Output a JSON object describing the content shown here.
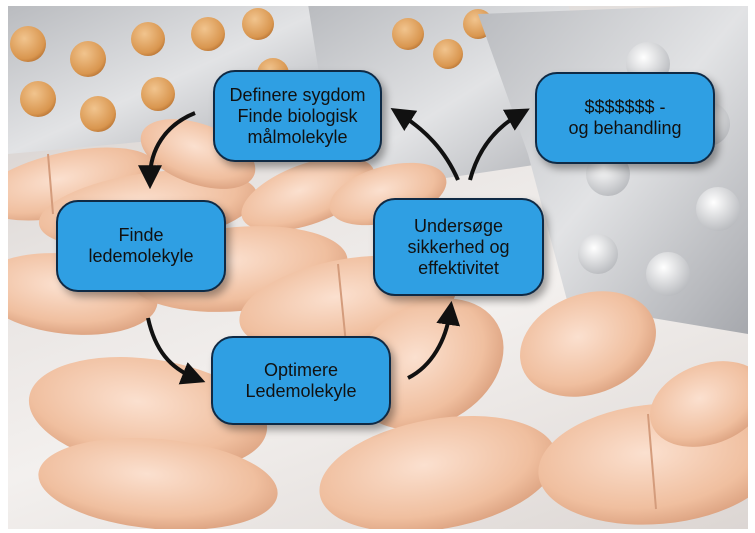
{
  "nodes": {
    "define": {
      "lines": [
        "Definere sygdom",
        "Finde biologisk",
        "målmolekyle"
      ]
    },
    "money": {
      "lines": [
        "$$$$$$$ -",
        "og behandling"
      ]
    },
    "find_lead": {
      "lines": [
        "Finde",
        "ledemolekyle"
      ]
    },
    "investigate": {
      "lines": [
        "Undersøge",
        "sikkerhed og",
        "effektivitet"
      ]
    },
    "optimize": {
      "lines": [
        "Optimere",
        "Ledemolekyle"
      ]
    }
  },
  "colors": {
    "node_fill": "#2f9fe3",
    "node_border": "#0f2a45",
    "arrow": "#111111",
    "pill": "#f1c3a4",
    "blister": "#c9cacd"
  }
}
